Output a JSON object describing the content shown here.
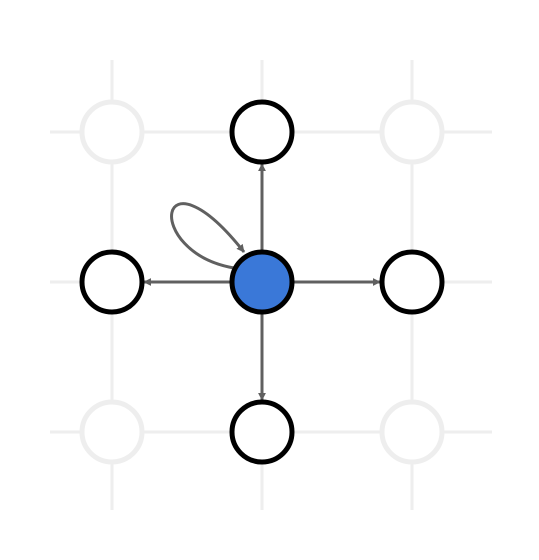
{
  "diagram": {
    "colors": {
      "background": "#ffffff",
      "grid_line": "#eeeeee",
      "faded_node_stroke": "#eeeeee",
      "node_stroke": "#000000",
      "node_fill": "#ffffff",
      "center_fill": "#3a78d8",
      "arrow": "#606060"
    },
    "nodes": [
      {
        "id": "top-left",
        "row": 0,
        "col": 0,
        "state": "faded"
      },
      {
        "id": "top",
        "row": 0,
        "col": 1,
        "state": "neighbor"
      },
      {
        "id": "top-right",
        "row": 0,
        "col": 2,
        "state": "faded"
      },
      {
        "id": "left",
        "row": 1,
        "col": 0,
        "state": "neighbor"
      },
      {
        "id": "center",
        "row": 1,
        "col": 1,
        "state": "current"
      },
      {
        "id": "right",
        "row": 1,
        "col": 2,
        "state": "neighbor"
      },
      {
        "id": "bottom-left",
        "row": 2,
        "col": 0,
        "state": "faded"
      },
      {
        "id": "bottom",
        "row": 2,
        "col": 1,
        "state": "neighbor"
      },
      {
        "id": "bottom-right",
        "row": 2,
        "col": 2,
        "state": "faded"
      }
    ],
    "edges": [
      {
        "from": "center",
        "to": "top"
      },
      {
        "from": "center",
        "to": "left"
      },
      {
        "from": "center",
        "to": "right"
      },
      {
        "from": "center",
        "to": "bottom"
      },
      {
        "from": "center",
        "to": "center",
        "kind": "self-loop"
      }
    ]
  }
}
